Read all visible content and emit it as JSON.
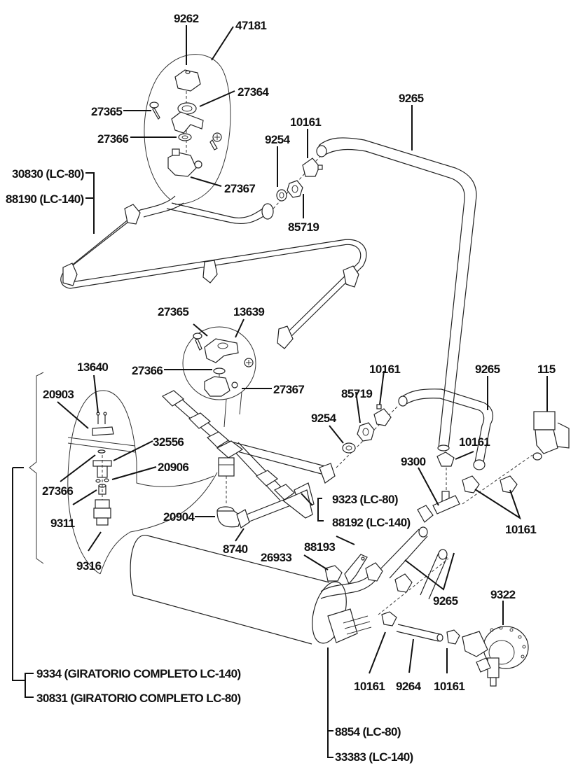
{
  "diagram": {
    "type": "exploded parts diagram",
    "labels": {
      "p9262": "9262",
      "p47181": "47181",
      "p27364_top": "27364",
      "p27365_top": "27365",
      "p27366_top": "27366",
      "p27367_top": "27367",
      "p30830": "30830 (LC-80)",
      "p88190": "88190 (LC-140)",
      "p10161_top": "10161",
      "p9254_top": "9254",
      "p85719_top": "85719",
      "p9265_top": "9265",
      "p27365_mid": "27365",
      "p13639": "13639",
      "p27366_mid": "27366",
      "p27367_mid": "27367",
      "p13640": "13640",
      "p20903": "20903",
      "p32556": "32556",
      "p20906": "20906",
      "p27366_low": "27366",
      "p9311": "9311",
      "p9316": "9316",
      "p20904": "20904",
      "p8740": "8740",
      "p10161_mid": "10161",
      "p85719_mid": "85719",
      "p9254_mid": "9254",
      "p9265_mid": "9265",
      "p115": "115",
      "p10161_tee": "10161",
      "p9300": "9300",
      "p9323": "9323 (LC-80)",
      "p88192": "88192 (LC-140)",
      "p10161_pair": "10161",
      "p88193": "88193",
      "p26933": "26933",
      "p9265_low": "9265",
      "p9322": "9322",
      "p10161_low_left": "10161",
      "p9264": "9264",
      "p10161_low_right": "10161",
      "p9334": "9334 (GIRATORIO COMPLETO LC-140)",
      "p30831": "30831 (GIRATORIO COMPLETO LC-80)",
      "p8854": "8854 (LC-80)",
      "p33383": "33383 (LC-140)"
    }
  }
}
